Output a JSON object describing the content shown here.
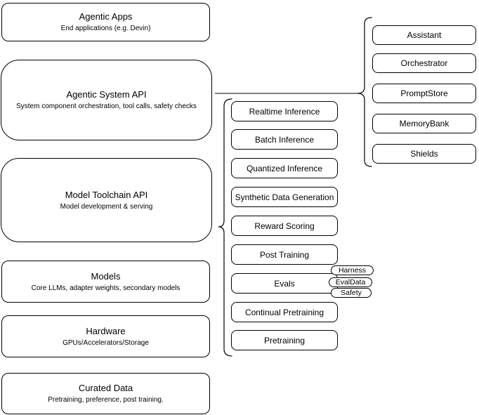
{
  "diagram": {
    "stack": [
      {
        "title": "Agentic Apps",
        "subtitle": "End applications (e.g. Devin)"
      },
      {
        "title": "Agentic System API",
        "subtitle": "System component orchestration, tool calls, safety checks"
      },
      {
        "title": "Model Toolchain API",
        "subtitle": "Model development & serving"
      },
      {
        "title": "Models",
        "subtitle": "Core LLMs, adapter weights, secondary models"
      },
      {
        "title": "Hardware",
        "subtitle": "GPUs/Accelerators/Storage"
      },
      {
        "title": "Curated Data",
        "subtitle": "Pretraining, preference, post training."
      }
    ],
    "toolchain": {
      "items": [
        "Realtime Inference",
        "Batch Inference",
        "Quantized Inference",
        "Synthetic Data Generation",
        "Reward Scoring",
        "Post Training",
        "Evals",
        "Continual Pretraining",
        "Pretraining"
      ]
    },
    "evals_tags": [
      "Harness",
      "EvalData",
      "Safety"
    ],
    "system": {
      "items": [
        "Assistant",
        "Orchestrator",
        "PromptStore",
        "MemoryBank",
        "Shields"
      ]
    },
    "colors": {
      "stroke": "#000000",
      "fill": "#ffffff",
      "text": "#000000"
    }
  }
}
